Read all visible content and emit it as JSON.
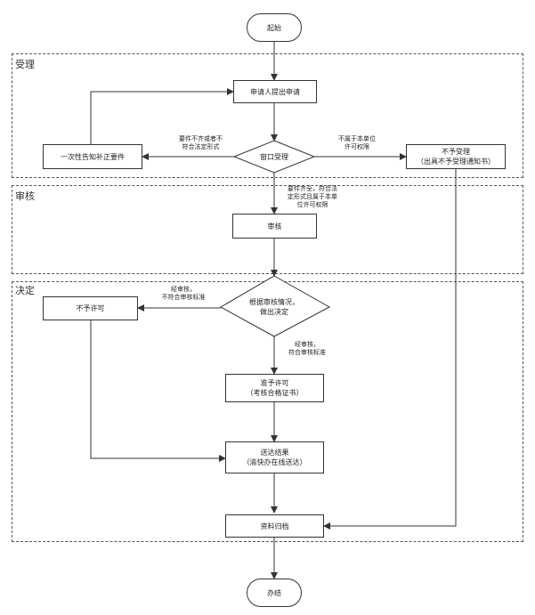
{
  "phases": {
    "accept": "受理",
    "review": "审核",
    "decide": "决定"
  },
  "nodes": {
    "start": "起始",
    "apply": "申请人提出申请",
    "notify_correct": "一次性告知补正要件",
    "window_accept": "窗口受理",
    "not_accept_line1": "不予受理",
    "not_accept_line2": "（出具不予受理通知书）",
    "audit": "审核",
    "decide_line1": "根据审核情况，",
    "decide_line2": "做出决定",
    "deny": "不予许可",
    "grant_line1": "准予许可",
    "grant_line2": "（考核合格证书）",
    "deliver_line1": "送达结果",
    "deliver_line2": "（渝快办在线送达）",
    "archive": "资料归档",
    "end": "办结"
  },
  "edges": {
    "incomplete_line1": "要件不齐或者不",
    "incomplete_line2": "符合法定形式",
    "out_of_scope_line1": "不属于本单位",
    "out_of_scope_line2": "许可权限",
    "complete_line1": "要件齐全，符合法",
    "complete_line2": "定形式且属于本单",
    "complete_line3": "位许可权限",
    "fail_line1": "经审核，",
    "fail_line2": "不符合审核标准",
    "pass_line1": "经审核，",
    "pass_line2": "符合审核标准"
  }
}
